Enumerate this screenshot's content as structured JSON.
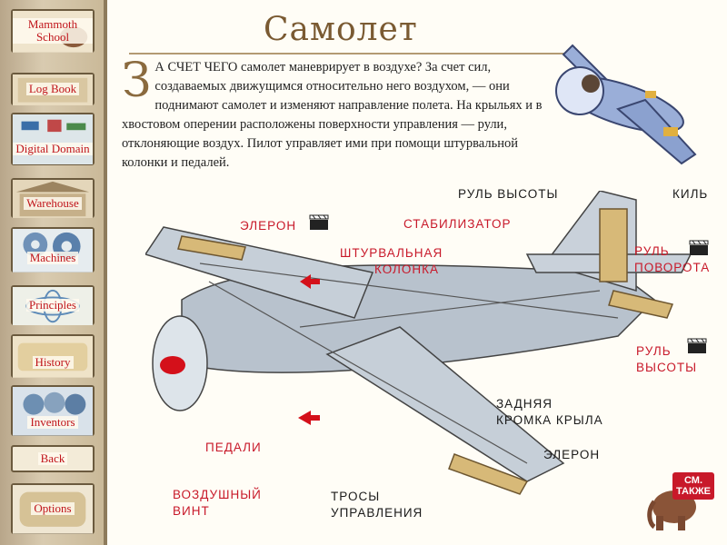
{
  "sidebar": {
    "items": [
      {
        "label": "Mammoth School"
      },
      {
        "label": "Log Book"
      },
      {
        "label": "Digital Domain"
      },
      {
        "label": "Warehouse"
      },
      {
        "label": "Machines"
      },
      {
        "label": "Principles"
      },
      {
        "label": "History"
      },
      {
        "label": "Inventors"
      },
      {
        "label": "Back"
      },
      {
        "label": "Options"
      }
    ]
  },
  "page": {
    "title": "Самолет",
    "dropcap": "З",
    "intro": "А СЧЕТ ЧЕГО самолет маневрирует в воздухе? За счет сил, создаваемых движущимся относительно него воздухом, — они поднимают самолет и изменяют направление полета. На крыльях и в хвостовом оперении расположены поверхности управления — рули, отклоняющие воздух. Пилот управляет ими при помощи штурвальной колонки и педалей."
  },
  "labels": {
    "aileron_top": "ЭЛЕРОН",
    "control_column_1": "ШТУРВАЛЬНАЯ",
    "control_column_2": "КОЛОНКА",
    "stabilizer": "СТАБИЛИЗАТОР",
    "elevator_top": "РУЛЬ ВЫСОТЫ",
    "fin": "КИЛЬ",
    "rudder_1": "РУЛЬ",
    "rudder_2": "ПОВОРОТА",
    "elevator_right_1": "РУЛЬ",
    "elevator_right_2": "ВЫСОТЫ",
    "trailing_edge_1": "ЗАДНЯЯ",
    "trailing_edge_2": "КРОМКА КРЫЛА",
    "aileron_bottom": "ЭЛЕРОН",
    "pedals": "ПЕДАЛИ",
    "propeller_1": "ВОЗДУШНЫЙ",
    "propeller_2": "ВИНТ",
    "cables_1": "ТРОСЫ",
    "cables_2": "УПРАВЛЕНИЯ"
  },
  "see_also": {
    "line1": "СМ.",
    "line2": "ТАКЖЕ"
  },
  "colors": {
    "accent_red": "#c8192a",
    "title_brown": "#7a5a32",
    "plane_gray": "#aeb8c4"
  }
}
